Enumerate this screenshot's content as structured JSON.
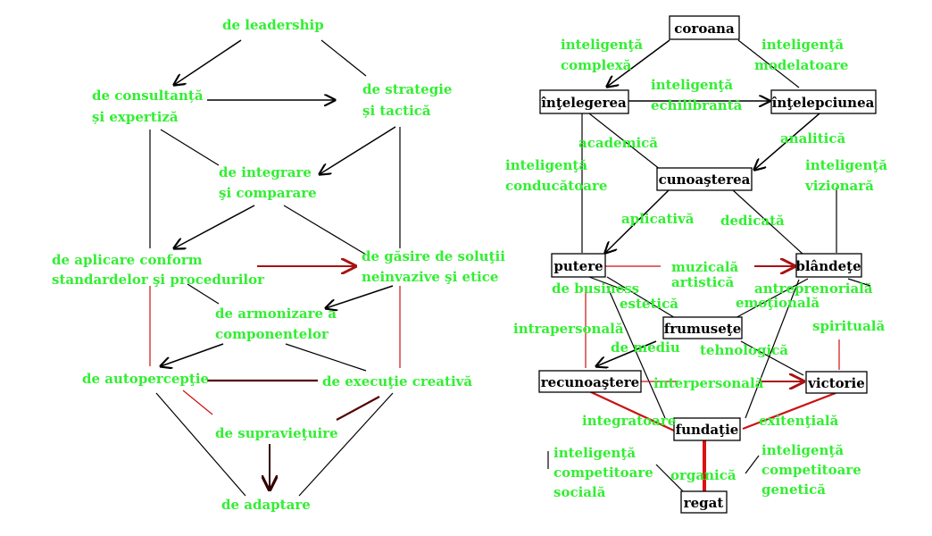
{
  "left": {
    "leadership": "de leadership",
    "consultanta": [
      "de consultanță",
      "și expertiză"
    ],
    "strategie": [
      "de strategie",
      "și tactică"
    ],
    "integrare": [
      "de integrare",
      "şi comparare"
    ],
    "aplicare": [
      "de aplicare conform",
      "standardelor şi procedurilor"
    ],
    "gasire": [
      "de găsire de soluţii",
      "neinvazive şi etice"
    ],
    "armonizare": [
      "de armonizare a",
      "componentelor"
    ],
    "autopercep": "de autopercepţie",
    "executie": "de execuţie creativă",
    "supravietuire": "de supravieţuire",
    "adaptare": "de adaptare"
  },
  "right": {
    "boxes": {
      "coroana": "coroana",
      "intelegerea": "înţelegerea",
      "intelepciunea": "înţelepciunea",
      "cunoasterea": "cunoaşterea",
      "putere": "putere",
      "blandete": "blândeţe",
      "frumusete": "frumuseţe",
      "recunoastere": "recunoaştere",
      "victorie": "victorie",
      "fundatie": "fundaţie",
      "regat": "regat"
    },
    "labels": {
      "complexa": [
        "inteligenţă",
        "complexă"
      ],
      "modelatoare": [
        "inteligenţă",
        "modelatoare"
      ],
      "echilibranta": [
        "inteligenţă",
        "echilibrantă"
      ],
      "academica": "academică",
      "analitica": "analitică",
      "conducatoare": [
        "inteligenţă",
        "conducătoare"
      ],
      "vizionara": [
        "inteligenţă",
        "vizionară"
      ],
      "aplicativa": "aplicativă",
      "dedicata": "dedicată",
      "muzicala": [
        "muzicală",
        "artistică"
      ],
      "business": "de business",
      "estetica": "estetică",
      "antreprenoriala": "antreprenorială",
      "emotionala": "emoţională",
      "intrapersonala": "intrapersonală",
      "spirituala": "spirituală",
      "mediu": "de mediu",
      "tehnologica": "tehnologică",
      "interpersonala": "interpersonală",
      "integratoare": "integratoare",
      "existentiala": "exitenţială",
      "sociala": [
        "inteligenţă",
        "competitoare",
        "socială"
      ],
      "organica": "organică",
      "genetica": [
        "inteligenţă",
        "competitoare",
        "genetică"
      ]
    }
  }
}
